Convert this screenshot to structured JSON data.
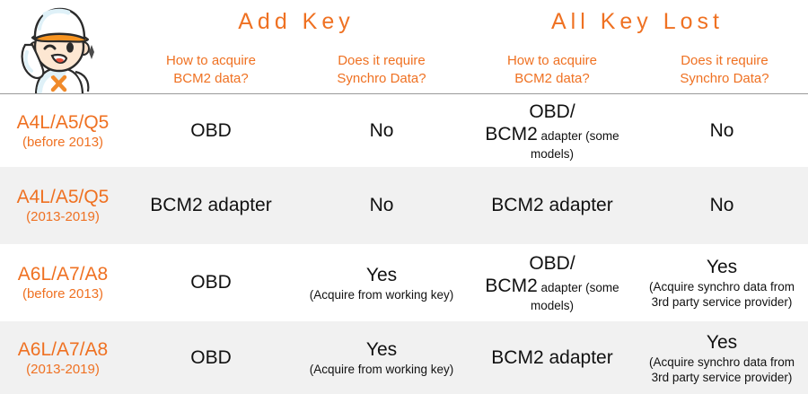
{
  "mascot": {
    "alt": "cartoon-technician-mascot-with-cap-holding-phone",
    "logo_letter": "X"
  },
  "header": {
    "groups": [
      {
        "title": "Add Key"
      },
      {
        "title": "All Key Lost"
      }
    ],
    "columns": [
      {
        "line1": "How to acquire",
        "line2": "BCM2 data?"
      },
      {
        "line1": "Does it require",
        "line2": "Synchro Data?"
      },
      {
        "line1": "How to acquire",
        "line2": "BCM2 data?"
      },
      {
        "line1": "Does it require",
        "line2": "Synchro Data?"
      }
    ]
  },
  "colors": {
    "accent": "#ef7122",
    "text": "#111111",
    "row_alt_bg": "#f1f1f1",
    "row_bg": "#ffffff",
    "rule": "#9a9a9a"
  },
  "rows": [
    {
      "model": "A4L/A5/Q5",
      "years": "(before 2013)",
      "addkey_acquire_big": "OBD",
      "addkey_acquire_small": "",
      "addkey_acquire_tail_big": "",
      "addkey_acquire_tail_small": "",
      "addkey_synchro_big": "No",
      "addkey_synchro_small": "",
      "lost_acquire_big": "OBD/",
      "lost_acquire_tail_big": "BCM2",
      "lost_acquire_tail_small": " adapter (some",
      "lost_acquire_small": "models)",
      "lost_synchro_big": "No",
      "lost_synchro_small": ""
    },
    {
      "model": "A4L/A5/Q5",
      "years": "(2013-2019)",
      "addkey_acquire_big": "BCM2 adapter",
      "addkey_acquire_small": "",
      "addkey_acquire_tail_big": "",
      "addkey_acquire_tail_small": "",
      "addkey_synchro_big": "No",
      "addkey_synchro_small": "",
      "lost_acquire_big": "BCM2 adapter",
      "lost_acquire_tail_big": "",
      "lost_acquire_tail_small": "",
      "lost_acquire_small": "",
      "lost_synchro_big": "No",
      "lost_synchro_small": ""
    },
    {
      "model": "A6L/A7/A8",
      "years": "(before 2013)",
      "addkey_acquire_big": "OBD",
      "addkey_acquire_small": "",
      "addkey_acquire_tail_big": "",
      "addkey_acquire_tail_small": "",
      "addkey_synchro_big": "Yes",
      "addkey_synchro_small": "(Acquire from working key)",
      "lost_acquire_big": "OBD/",
      "lost_acquire_tail_big": "BCM2",
      "lost_acquire_tail_small": " adapter (some",
      "lost_acquire_small": "models)",
      "lost_synchro_big": "Yes",
      "lost_synchro_small": "(Acquire synchro data from 3rd party service provider)"
    },
    {
      "model": "A6L/A7/A8",
      "years": "(2013-2019)",
      "addkey_acquire_big": "OBD",
      "addkey_acquire_small": "",
      "addkey_acquire_tail_big": "",
      "addkey_acquire_tail_small": "",
      "addkey_synchro_big": "Yes",
      "addkey_synchro_small": "(Acquire from working key)",
      "lost_acquire_big": "BCM2 adapter",
      "lost_acquire_tail_big": "",
      "lost_acquire_tail_small": "",
      "lost_acquire_small": "",
      "lost_synchro_big": "Yes",
      "lost_synchro_small": "(Acquire synchro data from 3rd party service provider)"
    }
  ]
}
